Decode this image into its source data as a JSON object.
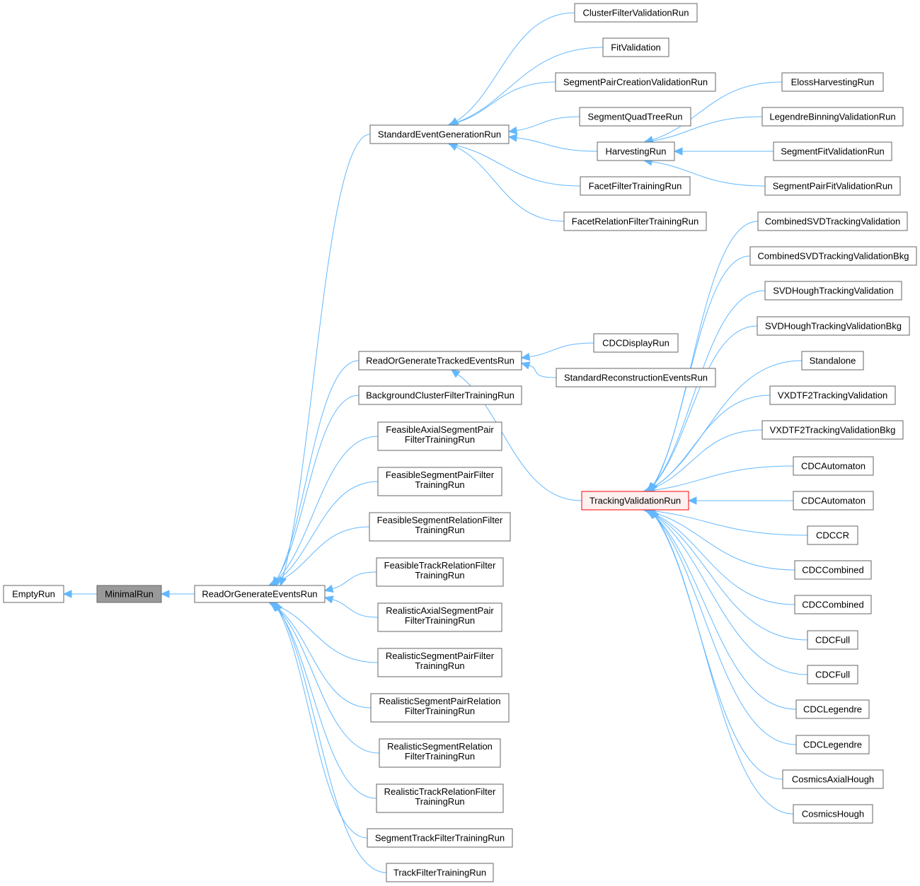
{
  "colors": {
    "edge": "#63b8ff",
    "node_border": "#666666",
    "current_fill": "#999999",
    "highlight_border": "#ff0000"
  },
  "nodes": [
    {
      "id": "empty",
      "label": [
        "EmptyRun"
      ]
    },
    {
      "id": "minimal",
      "label": [
        "MinimalRun"
      ]
    },
    {
      "id": "rogev",
      "label": [
        "ReadOrGenerateEventsRun"
      ]
    },
    {
      "id": "segen",
      "label": [
        "StandardEventGenerationRun"
      ]
    },
    {
      "id": "rogtev",
      "label": [
        "ReadOrGenerateTrackedEventsRun"
      ]
    },
    {
      "id": "bgcluster",
      "label": [
        "BackgroundClusterFilterTrainingRun"
      ]
    },
    {
      "id": "feasAxPair",
      "label": [
        "FeasibleAxialSegmentPair",
        "FilterTrainingRun"
      ]
    },
    {
      "id": "feasSegPair",
      "label": [
        "FeasibleSegmentPairFilter",
        "TrainingRun"
      ]
    },
    {
      "id": "feasSegRel",
      "label": [
        "FeasibleSegmentRelationFilter",
        "TrainingRun"
      ]
    },
    {
      "id": "feasTrackRel",
      "label": [
        "FeasibleTrackRelationFilter",
        "TrainingRun"
      ]
    },
    {
      "id": "realAxPair",
      "label": [
        "RealisticAxialSegmentPair",
        "FilterTrainingRun"
      ]
    },
    {
      "id": "realSegPair",
      "label": [
        "RealisticSegmentPairFilter",
        "TrainingRun"
      ]
    },
    {
      "id": "realSegPairRel",
      "label": [
        "RealisticSegmentPairRelation",
        "FilterTrainingRun"
      ]
    },
    {
      "id": "realSegRel",
      "label": [
        "RealisticSegmentRelation",
        "FilterTrainingRun"
      ]
    },
    {
      "id": "realTrackRel",
      "label": [
        "RealisticTrackRelationFilter",
        "TrainingRun"
      ]
    },
    {
      "id": "segTrack",
      "label": [
        "SegmentTrackFilterTrainingRun"
      ]
    },
    {
      "id": "trackFilter",
      "label": [
        "TrackFilterTrainingRun"
      ]
    },
    {
      "id": "clusterVal",
      "label": [
        "ClusterFilterValidationRun"
      ]
    },
    {
      "id": "fitVal",
      "label": [
        "FitValidation"
      ]
    },
    {
      "id": "segPairCreation",
      "label": [
        "SegmentPairCreationValidationRun"
      ]
    },
    {
      "id": "segQuad",
      "label": [
        "SegmentQuadTreeRun"
      ]
    },
    {
      "id": "harvesting",
      "label": [
        "HarvestingRun"
      ]
    },
    {
      "id": "facetFilter",
      "label": [
        "FacetFilterTrainingRun"
      ]
    },
    {
      "id": "facetRel",
      "label": [
        "FacetRelationFilterTrainingRun"
      ]
    },
    {
      "id": "eloss",
      "label": [
        "ElossHarvestingRun"
      ]
    },
    {
      "id": "legendreBin",
      "label": [
        "LegendreBinningValidationRun"
      ]
    },
    {
      "id": "segFitVal",
      "label": [
        "SegmentFitValidationRun"
      ]
    },
    {
      "id": "segPairFitVal",
      "label": [
        "SegmentPairFitValidationRun"
      ]
    },
    {
      "id": "cdcDisplay",
      "label": [
        "CDCDisplayRun"
      ]
    },
    {
      "id": "stdReco",
      "label": [
        "StandardReconstructionEventsRun"
      ]
    },
    {
      "id": "trackingVal",
      "label": [
        "TrackingValidationRun"
      ]
    },
    {
      "id": "combSvd",
      "label": [
        "CombinedSVDTrackingValidation"
      ]
    },
    {
      "id": "combSvdBkg",
      "label": [
        "CombinedSVDTrackingValidationBkg"
      ]
    },
    {
      "id": "svdHough",
      "label": [
        "SVDHoughTrackingValidation"
      ]
    },
    {
      "id": "svdHoughBkg",
      "label": [
        "SVDHoughTrackingValidationBkg"
      ]
    },
    {
      "id": "standalone",
      "label": [
        "Standalone"
      ]
    },
    {
      "id": "vxd",
      "label": [
        "VXDTF2TrackingValidation"
      ]
    },
    {
      "id": "vxdBkg",
      "label": [
        "VXDTF2TrackingValidationBkg"
      ]
    },
    {
      "id": "cdcAuto1",
      "label": [
        "CDCAutomaton"
      ]
    },
    {
      "id": "cdcAuto2",
      "label": [
        "CDCAutomaton"
      ]
    },
    {
      "id": "cdcCR",
      "label": [
        "CDCCR"
      ]
    },
    {
      "id": "cdcComb1",
      "label": [
        "CDCCombined"
      ]
    },
    {
      "id": "cdcComb2",
      "label": [
        "CDCCombined"
      ]
    },
    {
      "id": "cdcFull1",
      "label": [
        "CDCFull"
      ]
    },
    {
      "id": "cdcFull2",
      "label": [
        "CDCFull"
      ]
    },
    {
      "id": "cdcLeg1",
      "label": [
        "CDCLegendre"
      ]
    },
    {
      "id": "cdcLeg2",
      "label": [
        "CDCLegendre"
      ]
    },
    {
      "id": "cosmicsAxial",
      "label": [
        "CosmicsAxialHough"
      ]
    },
    {
      "id": "cosmicsHough",
      "label": [
        "CosmicsHough"
      ]
    }
  ],
  "edges": [
    [
      "minimal",
      "empty"
    ],
    [
      "rogev",
      "minimal"
    ],
    [
      "segen",
      "rogev"
    ],
    [
      "rogtev",
      "rogev"
    ],
    [
      "bgcluster",
      "rogev"
    ],
    [
      "feasAxPair",
      "rogev"
    ],
    [
      "feasSegPair",
      "rogev"
    ],
    [
      "feasSegRel",
      "rogev"
    ],
    [
      "feasTrackRel",
      "rogev"
    ],
    [
      "realAxPair",
      "rogev"
    ],
    [
      "realSegPair",
      "rogev"
    ],
    [
      "realSegPairRel",
      "rogev"
    ],
    [
      "realSegRel",
      "rogev"
    ],
    [
      "realTrackRel",
      "rogev"
    ],
    [
      "segTrack",
      "rogev"
    ],
    [
      "trackFilter",
      "rogev"
    ],
    [
      "clusterVal",
      "segen"
    ],
    [
      "fitVal",
      "segen"
    ],
    [
      "segPairCreation",
      "segen"
    ],
    [
      "segQuad",
      "segen"
    ],
    [
      "harvesting",
      "segen"
    ],
    [
      "facetFilter",
      "segen"
    ],
    [
      "facetRel",
      "segen"
    ],
    [
      "eloss",
      "harvesting"
    ],
    [
      "legendreBin",
      "harvesting"
    ],
    [
      "segFitVal",
      "harvesting"
    ],
    [
      "segPairFitVal",
      "harvesting"
    ],
    [
      "cdcDisplay",
      "rogtev"
    ],
    [
      "stdReco",
      "rogtev"
    ],
    [
      "trackingVal",
      "rogtev"
    ],
    [
      "combSvd",
      "trackingVal"
    ],
    [
      "combSvdBkg",
      "trackingVal"
    ],
    [
      "svdHough",
      "trackingVal"
    ],
    [
      "svdHoughBkg",
      "trackingVal"
    ],
    [
      "standalone",
      "trackingVal"
    ],
    [
      "vxd",
      "trackingVal"
    ],
    [
      "vxdBkg",
      "trackingVal"
    ],
    [
      "cdcAuto1",
      "trackingVal"
    ],
    [
      "cdcAuto2",
      "trackingVal"
    ],
    [
      "cdcCR",
      "trackingVal"
    ],
    [
      "cdcComb1",
      "trackingVal"
    ],
    [
      "cdcComb2",
      "trackingVal"
    ],
    [
      "cdcFull1",
      "trackingVal"
    ],
    [
      "cdcFull2",
      "trackingVal"
    ],
    [
      "cdcLeg1",
      "trackingVal"
    ],
    [
      "cdcLeg2",
      "trackingVal"
    ],
    [
      "cosmicsAxial",
      "trackingVal"
    ],
    [
      "cosmicsHough",
      "trackingVal"
    ]
  ]
}
